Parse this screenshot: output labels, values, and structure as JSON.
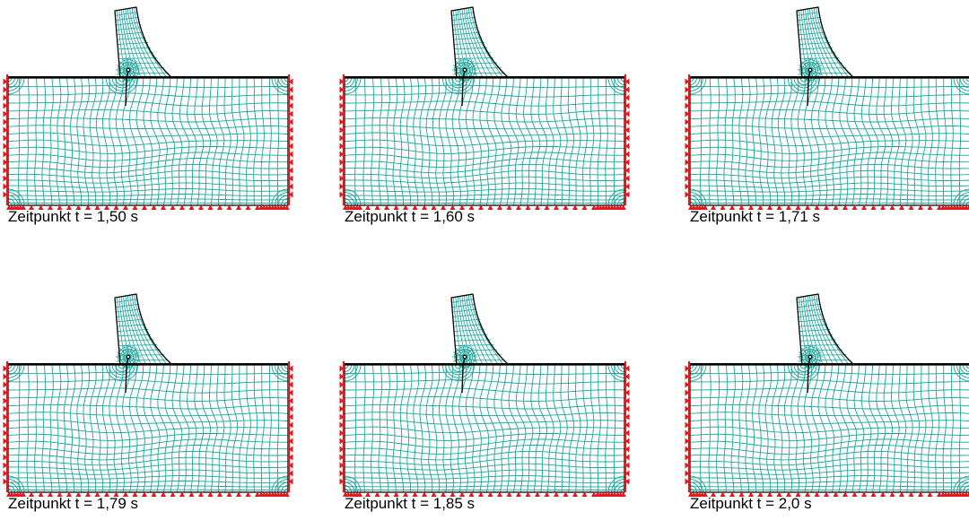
{
  "figure": {
    "colors": {
      "mesh": "#1aa59c",
      "outline": "#000000",
      "supports": "#e4181c",
      "background": "#ffffff"
    },
    "panels": [
      {
        "caption": "Zeitpunkt t = 1,50 s"
      },
      {
        "caption": "Zeitpunkt t = 1,60 s"
      },
      {
        "caption": "Zeitpunkt t = 1,71 s"
      },
      {
        "caption": "Zeitpunkt t = 1,79 s"
      },
      {
        "caption": "Zeitpunkt t = 1,85 s"
      },
      {
        "caption": "Zeitpunkt t = 2,0 s"
      }
    ]
  }
}
